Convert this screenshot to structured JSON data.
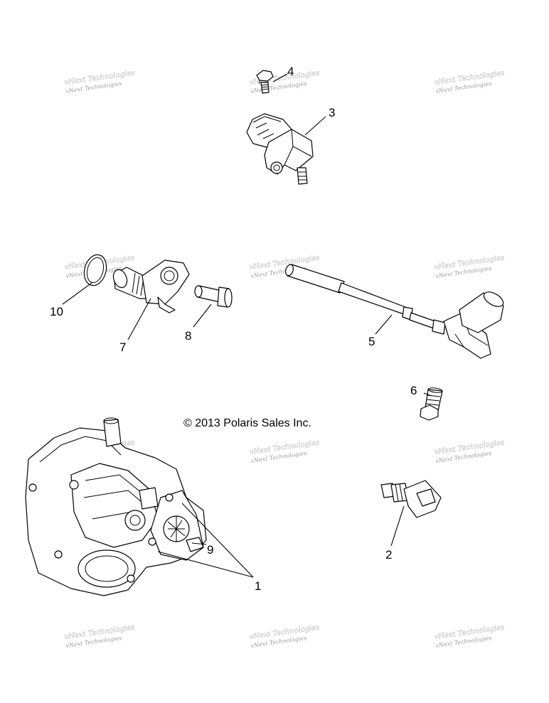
{
  "copyright": "© 2013 Polaris Sales Inc.",
  "watermark": "vNext Technologies",
  "callouts": [
    "1",
    "2",
    "3",
    "4",
    "5",
    "6",
    "7",
    "8",
    "9",
    "10"
  ],
  "parts": [
    {
      "callout": "1",
      "icon": "throttle-body-icon"
    },
    {
      "callout": "2",
      "icon": "temperature-sensor-icon"
    },
    {
      "callout": "3",
      "icon": "map-sensor-icon"
    },
    {
      "callout": "4",
      "icon": "screw-icon"
    },
    {
      "callout": "5",
      "icon": "speed-sensor-harness-icon"
    },
    {
      "callout": "6",
      "icon": "screw-icon"
    },
    {
      "callout": "7",
      "icon": "crank-position-sensor-icon"
    },
    {
      "callout": "8",
      "icon": "bushing-icon"
    },
    {
      "callout": "9",
      "icon": "tps-sensor-icon"
    },
    {
      "callout": "10",
      "icon": "o-ring-icon"
    }
  ]
}
